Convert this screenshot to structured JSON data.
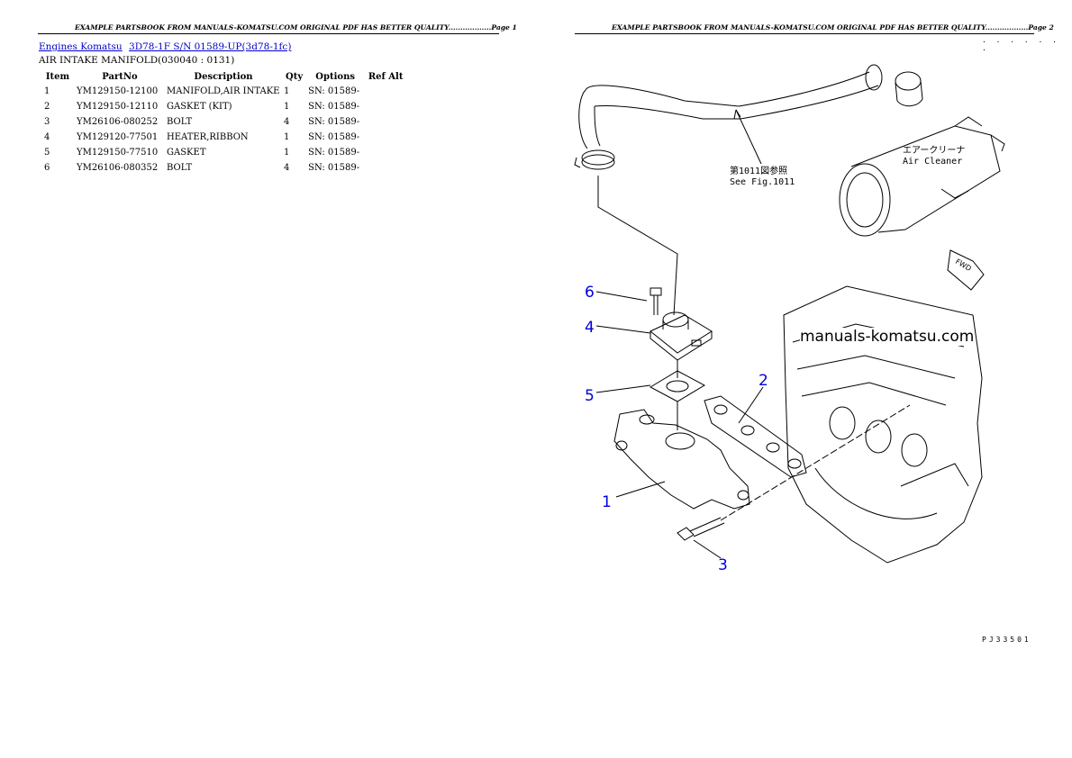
{
  "header": {
    "page1": "EXAMPLE PARTSBOOK FROM MANUALS-KOMATSU.COM ORIGINAL PDF HAS BETTER QUALITY..................Page 1",
    "page2": "EXAMPLE PARTSBOOK FROM MANUALS-KOMATSU.COM ORIGINAL PDF HAS BETTER QUALITY..................Page 2"
  },
  "breadcrumb": {
    "link1": "Engines Komatsu",
    "link2": "3D78-1F S/N 01589-UP(3d78-1fc)"
  },
  "section_title": "AIR INTAKE MANIFOLD(030040 : 0131)",
  "table": {
    "headers": [
      "Item",
      "PartNo",
      "Description",
      "Qty",
      "Options",
      "Ref Alt"
    ],
    "rows": [
      [
        "1",
        "YM129150-12100",
        "MANIFOLD,AIR INTAKE",
        "1",
        "SN: 01589-",
        ""
      ],
      [
        "2",
        "YM129150-12110",
        "GASKET (KIT)",
        "1",
        "SN: 01589-",
        ""
      ],
      [
        "3",
        "YM26106-080252",
        "BOLT",
        "4",
        "SN: 01589-",
        ""
      ],
      [
        "4",
        "YM129120-77501",
        "HEATER,RIBBON",
        "1",
        "SN: 01589-",
        ""
      ],
      [
        "5",
        "YM129150-77510",
        "GASKET",
        "1",
        "SN: 01589-",
        ""
      ],
      [
        "6",
        "YM26106-080352",
        "BOLT",
        "4",
        "SN: 01589-",
        ""
      ]
    ]
  },
  "diagram": {
    "watermark": "manuals-komatsu.com",
    "air_cleaner_jp": "エアークリーナ",
    "air_cleaner_en": "Air Cleaner",
    "see_fig_jp": "第1011図参照",
    "see_fig_en": "See Fig.1011",
    "fwd": "FWD",
    "dots": ". . . . . . .",
    "page_code": "PJ33501",
    "callouts": [
      "6",
      "4",
      "5",
      "2",
      "1",
      "3"
    ]
  }
}
